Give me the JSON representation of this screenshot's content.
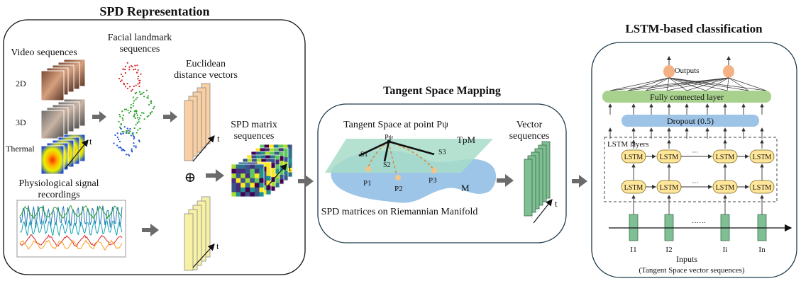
{
  "spd_panel": {
    "title": "SPD Representation",
    "video_label": "Video sequences",
    "modalities": [
      "2D",
      "3D",
      "Thermal"
    ],
    "landmark_label_1": "Facial landmark",
    "landmark_label_2": "sequences",
    "euclid_label_1": "Euclidean",
    "euclid_label_2": "distance vectors",
    "spd_seq_label_1": "SPD matrix",
    "spd_seq_label_2": "sequences",
    "physio_label_1": "Physiological signal",
    "physio_label_2": "recordings",
    "time_label": "t",
    "concat_symbol": "⊕"
  },
  "tangent_panel": {
    "title": "Tangent Space Mapping",
    "tangent_label": "Tangent Space at point Pψ",
    "tpm_label": "TpM",
    "p_psi": "Pψ",
    "s_labels": [
      "S1",
      "S2",
      "S3"
    ],
    "p_labels": [
      "P1",
      "P2",
      "P3"
    ],
    "manifold_label": "M",
    "spd_manifold_label": "SPD matrices on Riemannian Manifold",
    "vector_label_1": "Vector",
    "vector_label_2": "sequences",
    "time_label": "t"
  },
  "lstm_panel": {
    "title": "LSTM-based classification",
    "outputs_label": "Outputs",
    "fc_label": "Fully connected layer",
    "dropout_label": "Dropout (0.5)",
    "lstm_layers_label": "LSTM layers",
    "cell_label": "LSTM",
    "ellipsis": "······",
    "input_labels": [
      "I1",
      "I2",
      "Ii",
      "In"
    ],
    "inputs_label": "Inputs",
    "inputs_sub": "(Tangent Space vector sequences)"
  },
  "colors": {
    "face_gradient": "#c98f6b",
    "euclid_fill": "#f9cfa3",
    "physio_fill": "#f7f1a6",
    "tangent_plane": "#a7dcc8",
    "manifold": "#8bbbe4",
    "vector_fill": "#7fbf94",
    "fc_fill": "#a9d18e",
    "dropout_fill": "#9dc3e6",
    "lstm_fill": "#ffe699",
    "output_node": "#f4b183",
    "arrow_gray": "#6b6b6b",
    "dash_orange": "#d9822b"
  }
}
